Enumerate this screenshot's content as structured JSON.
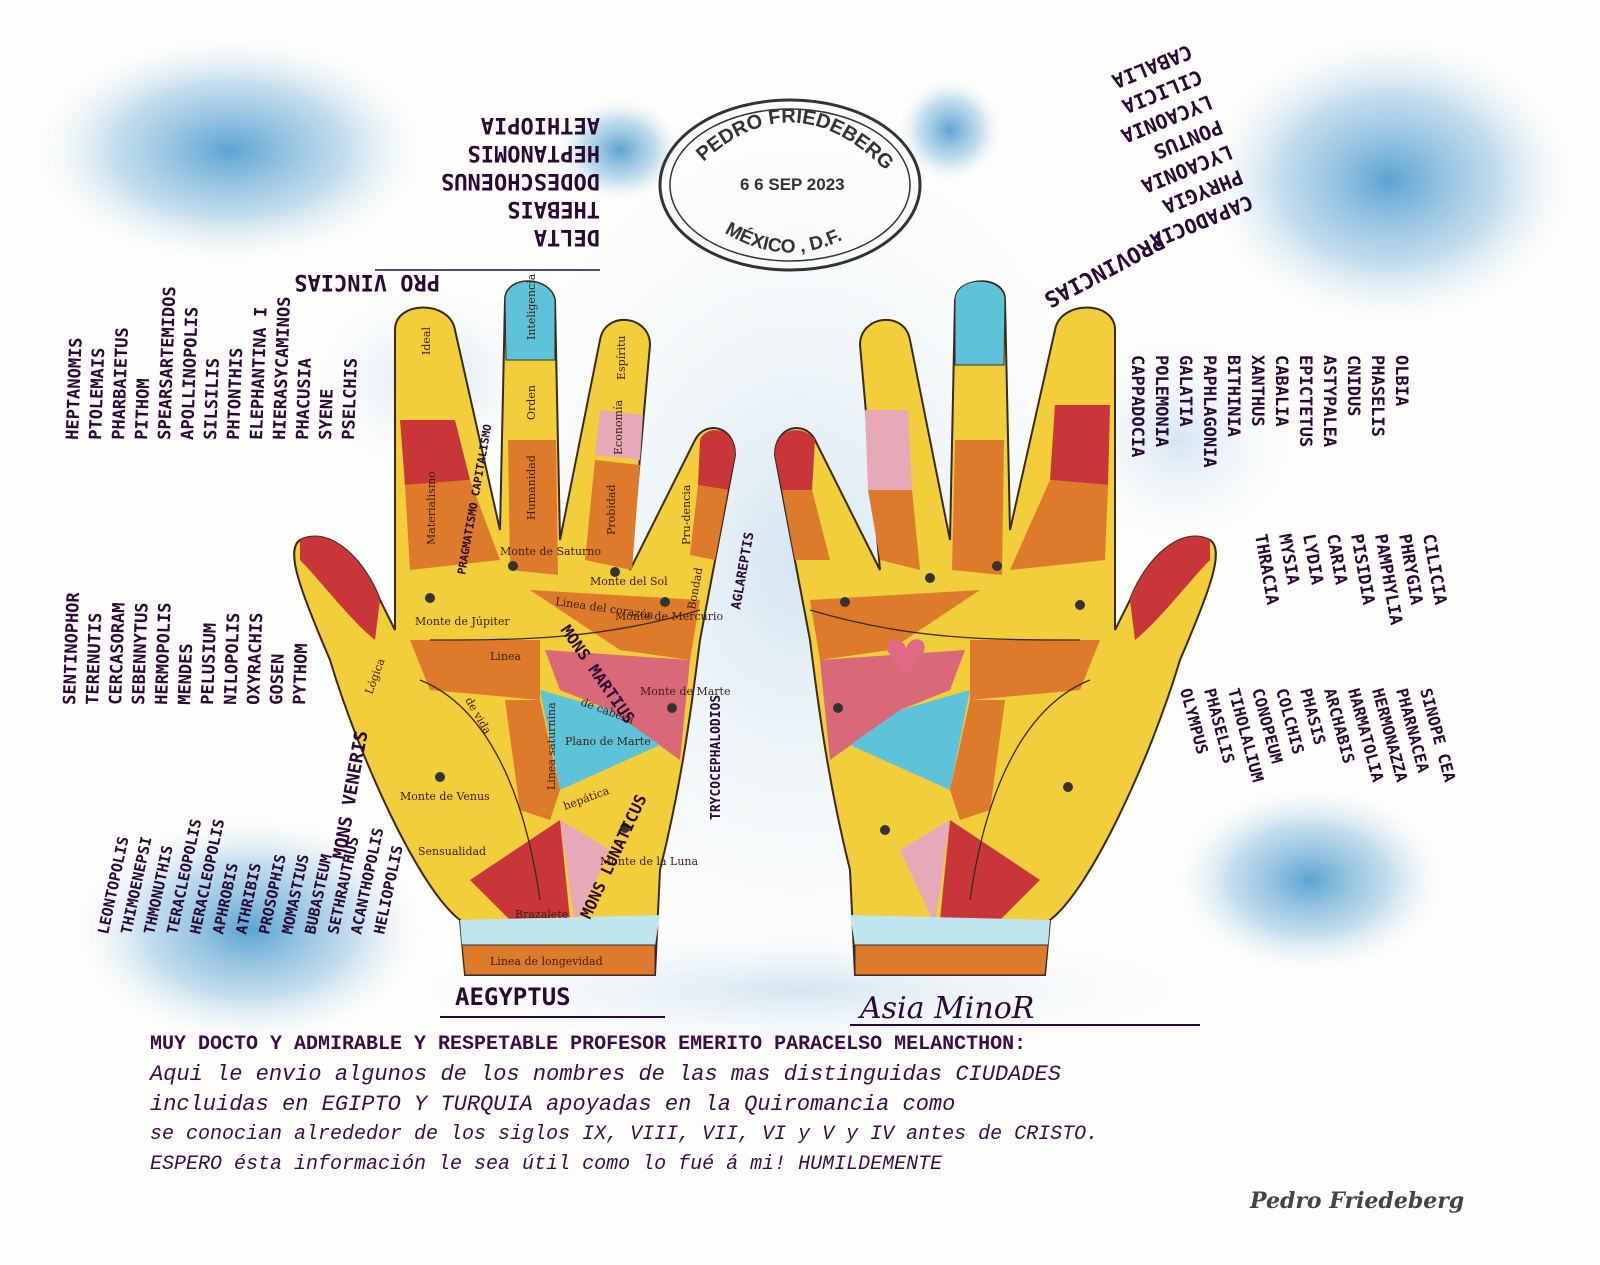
{
  "stamp": {
    "name": "PEDRO FRIEDEBERG",
    "date": "6 6 SEP 2023",
    "place": "MÉXICO , D.F."
  },
  "titles": {
    "left": "AEGYPTUS",
    "right": "Asia MinoR"
  },
  "provincias_left": "PRO VINCIAS",
  "provincias_right": "PROVINCIAS",
  "left_top_list": [
    "DELTA",
    "THEBAIS",
    "DODESCHOENUS",
    "HEPTANOMIS",
    "AETHIOPIA"
  ],
  "right_top_list": [
    "CAPADOCIA",
    "PHRYGIA",
    "LYCAONIA",
    "PONTUS",
    "LYCAONIA",
    "CILICIA",
    "CABALIA"
  ],
  "left_col1": [
    "HEPTANOMIS",
    "PTOLEMAIS",
    "PHARBAIETUS",
    "PITHOM",
    "SPEARSARTEMIDOS",
    "APOLLINOPOLIS",
    "SILSILIS",
    "PHTONTHIS",
    "ELEPHANTINA I",
    "HIERASYCAMINOS",
    "PHACUSIA",
    "SYENE",
    "PSELCHIS"
  ],
  "left_col2": [
    "SENTINOPHOR",
    "TERENUTIS",
    "CERCASORAM",
    "SEBENNYTUS",
    "HERMOPOLIS",
    "MENDES",
    "PELUSIUM",
    "NILOPOLIS",
    "OXYRACHIS",
    "GOSEN",
    "PYTHOM"
  ],
  "left_col3": [
    "LEONTOPOLIS",
    "THIMOENEPSI",
    "THMONUTHIS",
    "TERACLEOPOLIS",
    "HERACLEOPOLIS",
    "APHROBIS",
    "ATHRIBIS",
    "PROSOPHIS",
    "MOMASTIUS",
    "BUBASTEUM",
    "SETHRAUTHUS",
    "ACANTHOPOLIS",
    "HELIOPOLIS"
  ],
  "right_col1": [
    "CAPPADOCIA",
    "POLEMONIA",
    "GALATIA",
    "PAPHLAGONIA",
    "BITHINIA",
    "XANTHUS",
    "CABALIA",
    "EPICTETUS",
    "ASTYPALEA",
    "CNIDUS",
    "PHASELIS",
    "OLBIA"
  ],
  "right_col2": [
    "THRACIA",
    "MYSIA",
    "LYDIA",
    "CARIA",
    "PISIDIA",
    "PAMPHYLIA",
    "PHRYGIA",
    "CILICIA"
  ],
  "right_col3": [
    "OLYMPUS",
    "PHASELIS",
    "TIHOLALIUM",
    "CONOPEUM",
    "COLCHIS",
    "PHASIS",
    "ARCHABIS",
    "HARMATOLIA",
    "HERMONAZZA",
    "PHARNACEA",
    "SINOPE CEA"
  ],
  "mounts": {
    "venus": "MONS VENERIS",
    "martis": "MONS MARTIUS",
    "lunaticus": "MONS LUNATICUS",
    "pragmatismo": "PRAGMATISMO CAPITALISMO",
    "trycocephalodios": "TRYCOCEPHALODIOS",
    "aglareptis": "AGLAREPTIS"
  },
  "hand_labels": {
    "ideal": "Ideal",
    "inteligencia": "Inteligencia",
    "espiritu": "Espíritu",
    "orden": "Orden",
    "economia": "Economía",
    "humanidad": "Humanidad",
    "probidad": "Probidad",
    "prudencia": "Pru-dencia",
    "materialismo": "Materialismo",
    "bondad": "Bondad",
    "monte_saturno": "Monte de Saturno",
    "monte_sol": "Monte del Sol",
    "monte_jupiter": "Monte de Júpiter",
    "monte_mercurio": "Monte de Mercurio",
    "linea_corazon": "Linea del corazón",
    "linea": "Linea",
    "monte_marte": "Monte de Marte",
    "de_cabeza": "de cabeza",
    "plano_marte": "Plano de Marte",
    "linea_saturnina": "Linea saturnina",
    "logica": "Lógica",
    "de_vida": "de vida",
    "monte_venus": "Monte de Venus",
    "hepatica": "hepática",
    "monte_luna": "Monte de la Luna",
    "sensualidad": "Sensualidad",
    "brazalete": "Brazalete",
    "longevidad": "Linea de longevidad"
  },
  "letter": [
    "MUY DOCTO Y ADMIRABLE Y RESPETABLE PROFESOR EMERITO PARACELSO MELANCTHON:",
    "Aqui le envio algunos de los nombres de las mas distinguidas CIUDADES",
    "incluidas en EGIPTO Y TURQUIA apoyadas en la Quiromancia como",
    "se conocian alrededor de los siglos IX, VIII, VII, VI y V y IV antes de CRISTO.",
    "ESPERO ésta información le sea útil como lo fué á mi! HUMILDEMENTE"
  ],
  "signature": "Pedro Friedeberg",
  "colors": {
    "yellow": "#f2cd3c",
    "orange": "#de7a2c",
    "red": "#c8363a",
    "pink": "#e7a9b8",
    "cyan": "#5ec3d9",
    "ink": "#3a0e45",
    "blotch": "#6aa9d8"
  }
}
